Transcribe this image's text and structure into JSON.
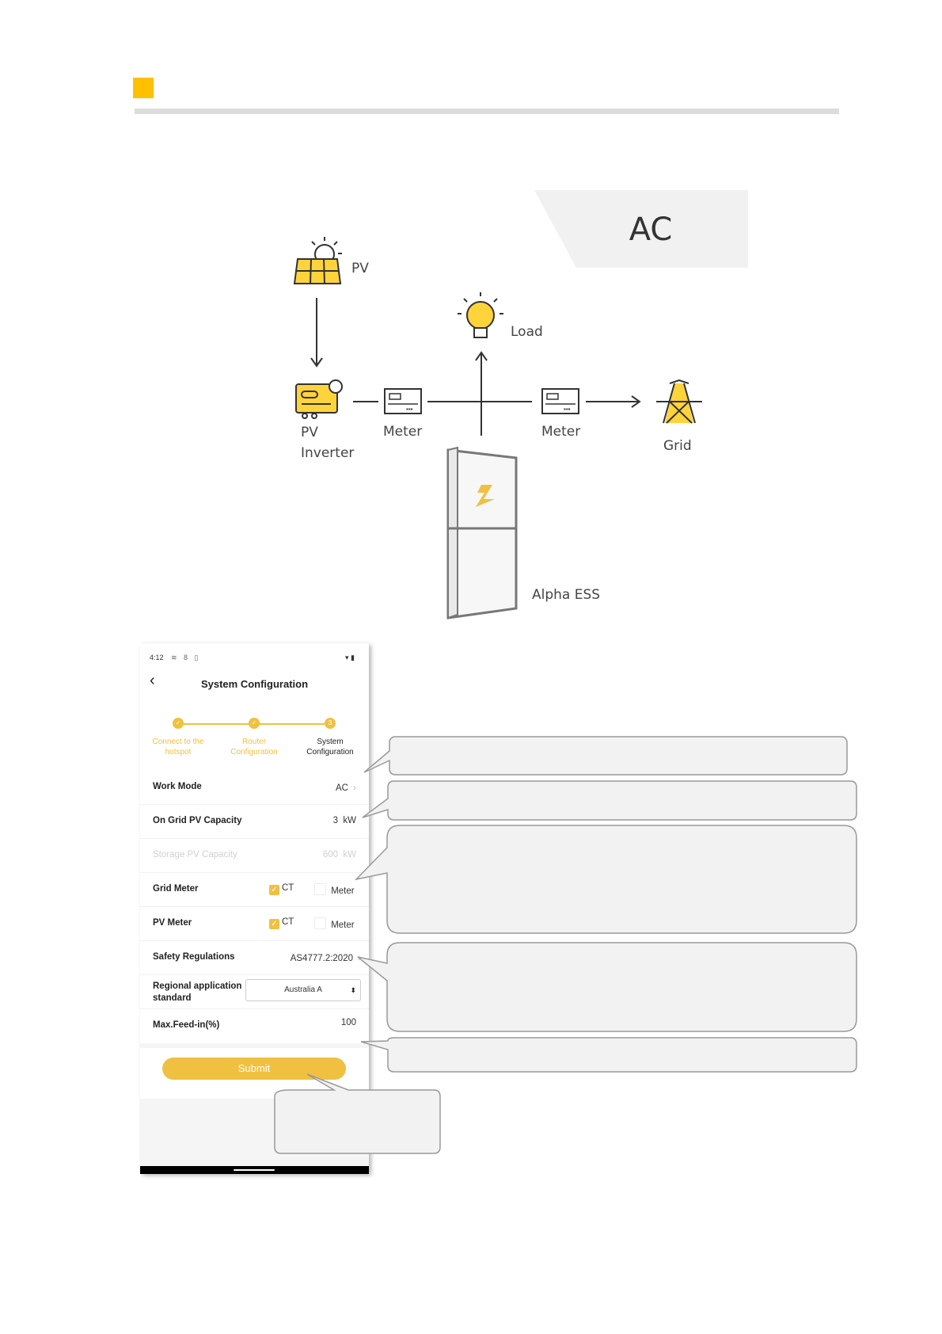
{
  "colors": {
    "accent": "#ffc000",
    "app_yellow": "#f0c040",
    "header_rule": "#dcdcdc"
  },
  "diagram": {
    "mode_label": "AC",
    "pv_label": "PV",
    "inverter_label_line1": "PV",
    "inverter_label_line2": "Inverter",
    "meter_left_label": "Meter",
    "meter_right_label": "Meter",
    "load_label": "Load",
    "grid_label": "Grid",
    "ess_label": "Alpha ESS",
    "icons": [
      "solar-panel-icon",
      "pv-inverter-icon",
      "meter-icon",
      "light-bulb-icon",
      "grid-tower-icon",
      "alpha-ess-battery-icon"
    ]
  },
  "phone": {
    "status_time": "4:12",
    "status_icons_left": "≋ 8 ▯",
    "status_icons_right": "▾ ▮",
    "title": "System Configuration",
    "steps": [
      {
        "label_line1": "Connect to the",
        "label_line2": "hotspot",
        "marker": "✓"
      },
      {
        "label_line1": "Router",
        "label_line2": "Configuration",
        "marker": "✓"
      },
      {
        "label_line1": "System",
        "label_line2": "Configuration",
        "marker": "3"
      }
    ],
    "work_mode": {
      "label": "Work Mode",
      "value": "AC"
    },
    "on_grid_pv": {
      "label": "On Grid PV Capacity",
      "value": "3",
      "unit": "kW"
    },
    "storage_pv": {
      "label": "Storage PV Capacity",
      "value": "600",
      "unit": "kW"
    },
    "grid_meter": {
      "label": "Grid Meter",
      "option_ct": "CT",
      "option_meter": "Meter",
      "selected": "CT"
    },
    "pv_meter": {
      "label": "PV Meter",
      "option_ct": "CT",
      "option_meter": "Meter",
      "selected": "CT"
    },
    "safety": {
      "label": "Safety Regulations",
      "value": "AS4777.2:2020"
    },
    "regional": {
      "label_line1": "Regional application",
      "label_line2": "standard",
      "selected": "Australia A"
    },
    "feed_in": {
      "label": "Max.Feed-in(%)",
      "value": "100"
    },
    "submit_label": "Submit"
  }
}
